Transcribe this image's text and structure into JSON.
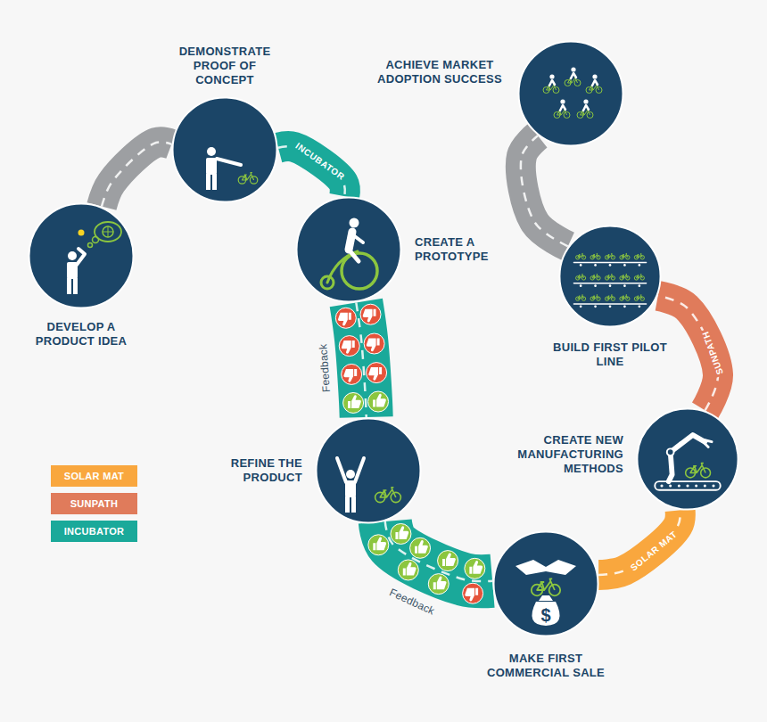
{
  "diagram": {
    "nodes": [
      {
        "text": [
          "DEVELOP A PRODUCT IDEA"
        ]
      },
      {
        "text": [
          "DEMONSTRATE PROOF OF CONCEPT"
        ]
      },
      {
        "text": [
          "CREATE A PROTOTYPE"
        ]
      },
      {
        "text": [
          "REFINE THE PRODUCT"
        ]
      },
      {
        "text": [
          "MAKE FIRST COMMERCIAL SALE"
        ]
      },
      {
        "text": [
          "CREATE NEW MANUFACTURING METHODS"
        ]
      },
      {
        "text": [
          "BUILD FIRST PILOT LINE"
        ]
      },
      {
        "text": [
          "ACHIEVE MARKET ADOPTION SUCCESS"
        ]
      }
    ],
    "edges": [
      {
        "from": 0,
        "to": 1,
        "arrow": "none"
      },
      {
        "from": 1,
        "to": 2,
        "label": "INCUBATOR",
        "arrow": "none"
      },
      {
        "from": 2,
        "to": 3,
        "label": "Feedback",
        "arrow": "none"
      },
      {
        "from": 3,
        "to": 4,
        "label": "Feedback",
        "arrow": "none"
      },
      {
        "from": 4,
        "to": 5,
        "label": "SOLAR MAT",
        "arrow": "none"
      },
      {
        "from": 5,
        "to": 6,
        "label": "SUNPATH",
        "arrow": "none"
      },
      {
        "from": 6,
        "to": 7,
        "arrow": "none"
      }
    ],
    "labels": [
      "$"
    ],
    "legend": [
      {
        "text": "SOLAR MAT",
        "color": "#f9a73e"
      },
      {
        "text": "SUNPATH",
        "color": "#e07b5b"
      },
      {
        "text": "INCUBATOR",
        "color": "#1aa99a"
      }
    ]
  }
}
